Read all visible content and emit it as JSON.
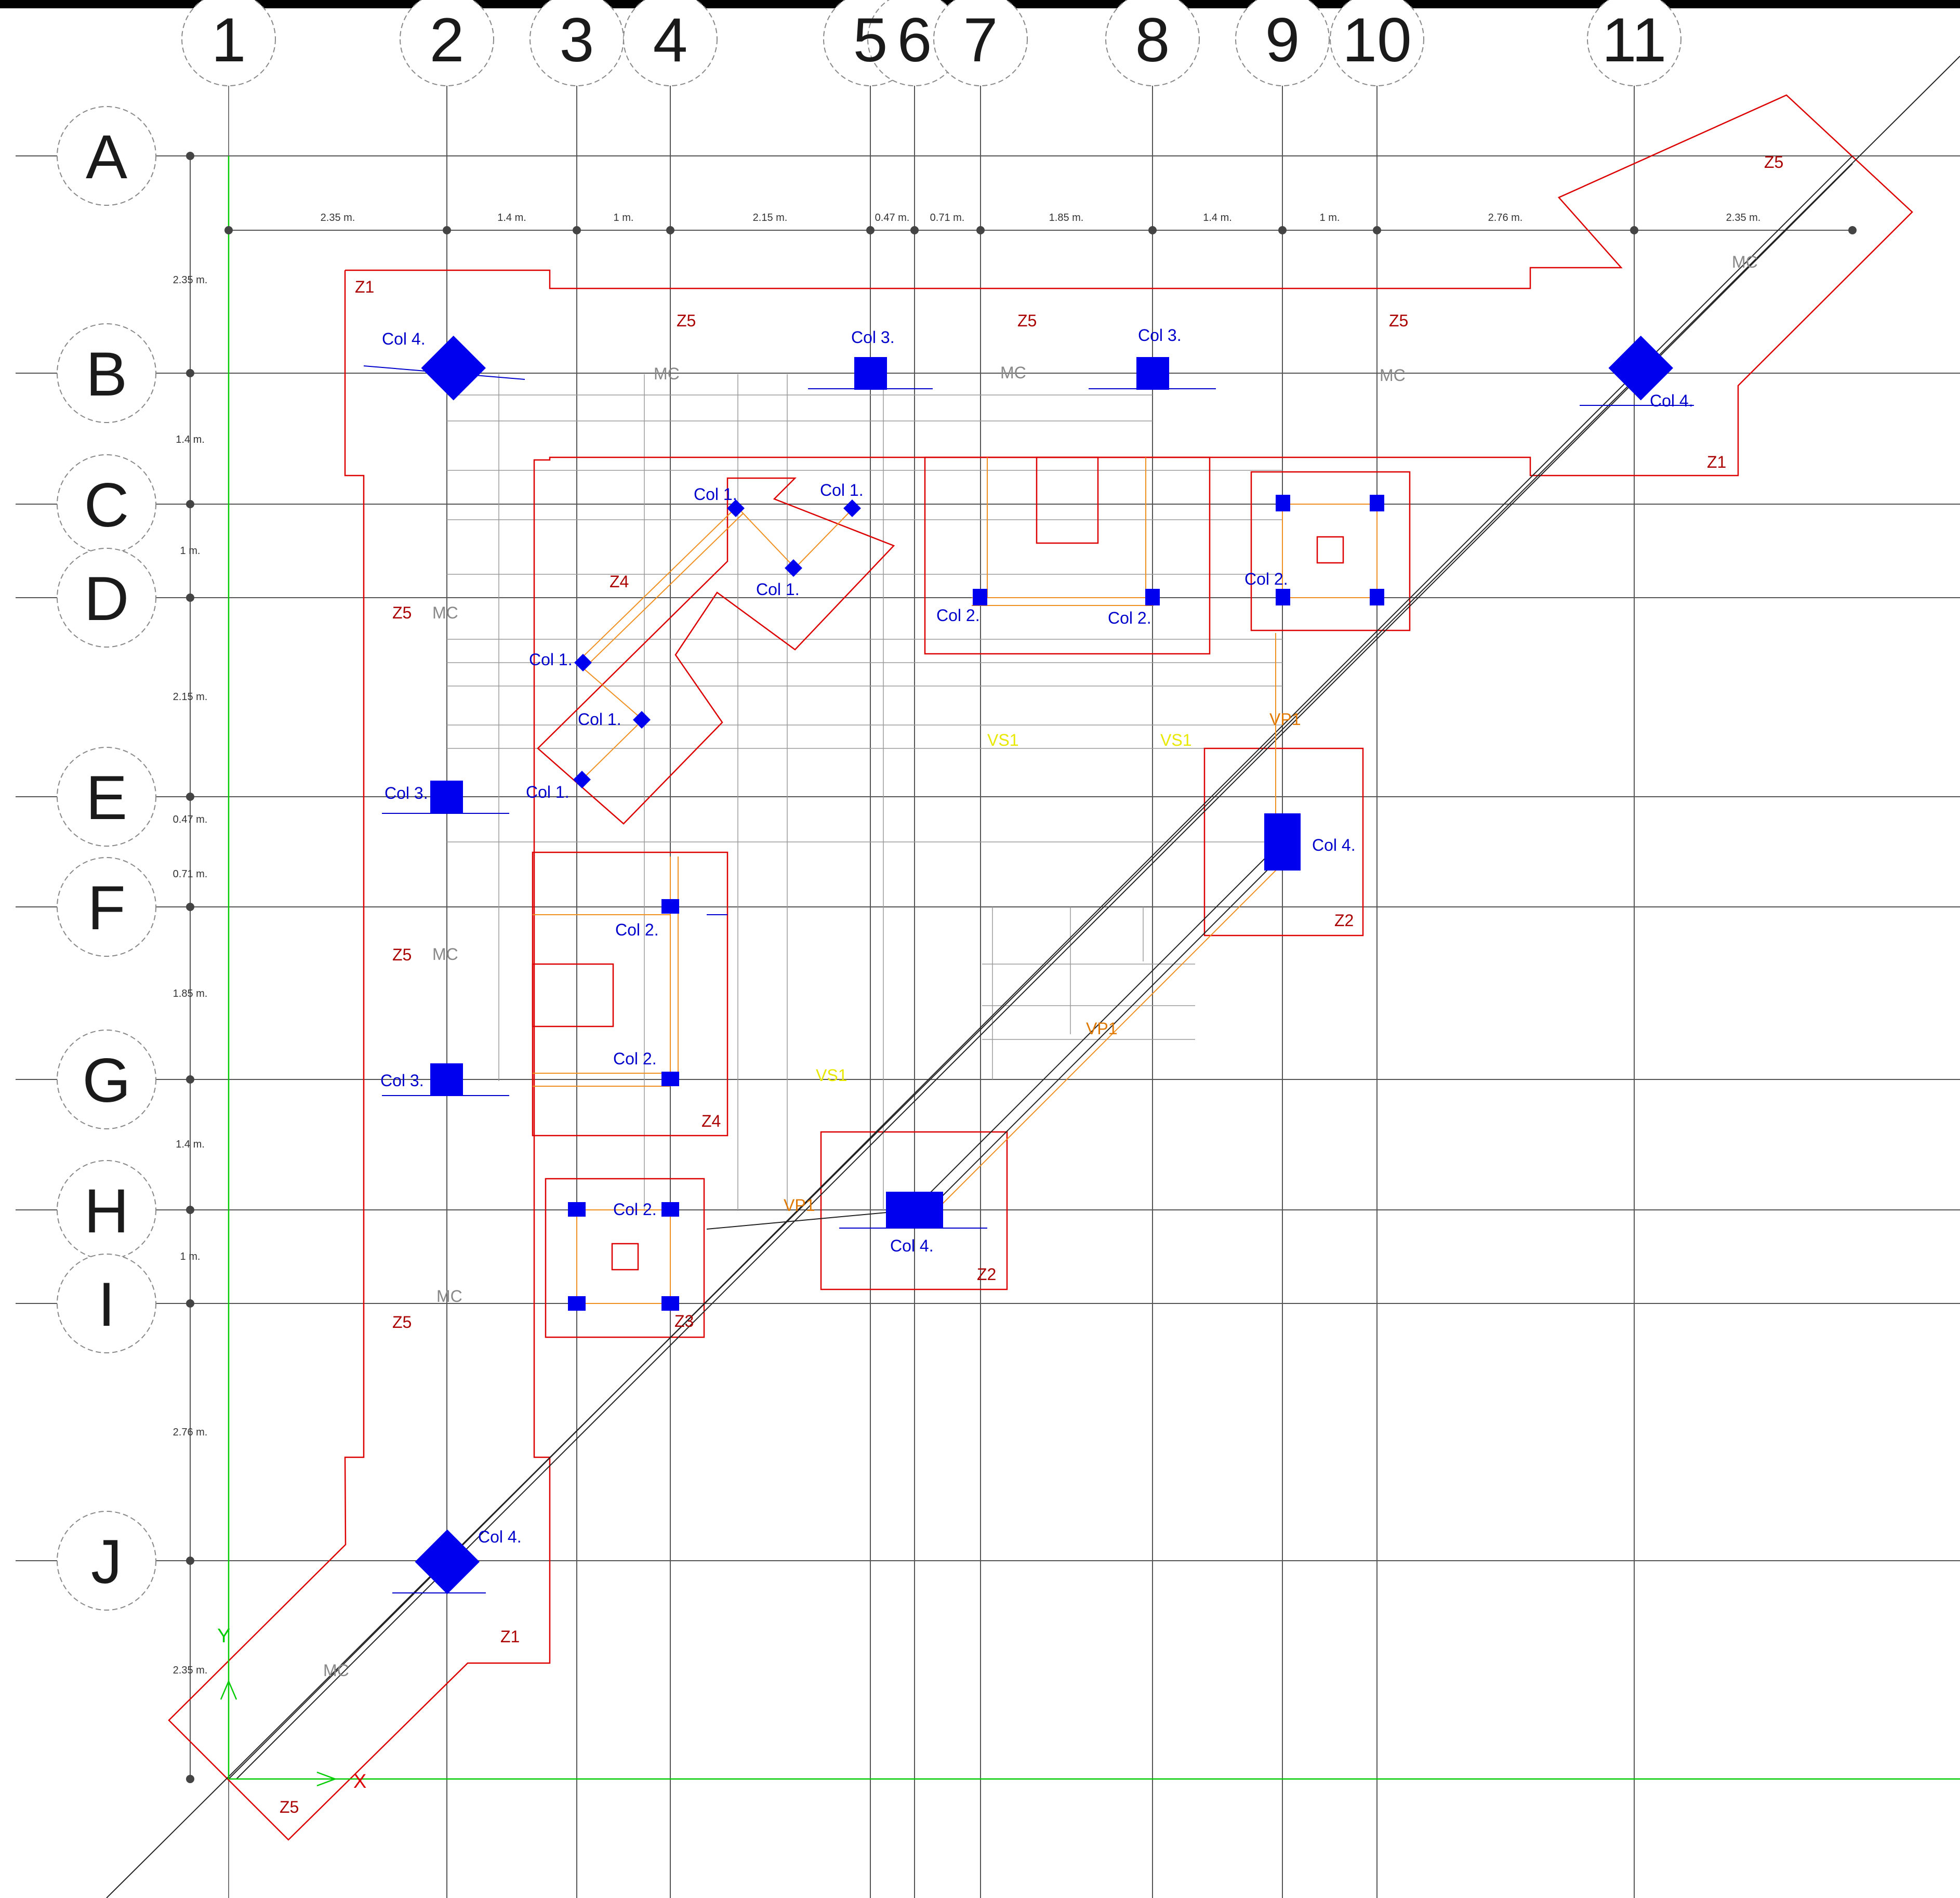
{
  "grid": {
    "columns": [
      "1",
      "2",
      "3",
      "4",
      "5",
      "6",
      "7",
      "8",
      "9",
      "10",
      "11"
    ],
    "rows": [
      "A",
      "B",
      "C",
      "D",
      "E",
      "F",
      "G",
      "H",
      "I",
      "J"
    ]
  },
  "dimensions": {
    "top": [
      "2.35 m.",
      "1.4 m.",
      "1 m.",
      "2.15 m.",
      "0.47 m.",
      "0.71 m.",
      "1.85 m.",
      "1.4 m.",
      "1 m.",
      "2.76 m.",
      "2.35 m."
    ],
    "left": [
      "2.35 m.",
      "1.4 m.",
      "1 m.",
      "2.15 m.",
      "0.47 m.",
      "0.71 m.",
      "1.85 m.",
      "1.4 m.",
      "1 m.",
      "2.76 m.",
      "2.35 m."
    ]
  },
  "columns_labels": {
    "col1": "Col 1.",
    "col2": "Col 2.",
    "col3": "Col 3.",
    "col4": "Col 4."
  },
  "zones": {
    "z1": "Z1",
    "z2": "Z2",
    "z3": "Z3",
    "z4": "Z4",
    "z5": "Z5"
  },
  "beams": {
    "mc": "MC",
    "vp1": "VP1",
    "vs1": "VS1"
  },
  "axes": {
    "y": "Y",
    "x": "X"
  },
  "colors": {
    "grid": "#333333",
    "column": "#0000ee",
    "zone": "#dd0000",
    "beam": "#f09020",
    "origin": "#00cc00"
  }
}
